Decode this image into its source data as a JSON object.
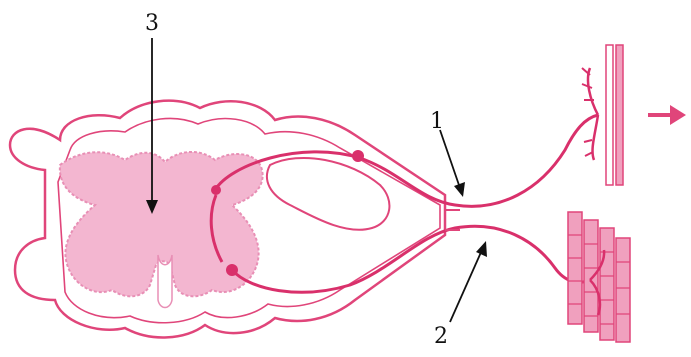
{
  "labels": {
    "label_1": "1",
    "label_2": "2",
    "label_3": "3"
  },
  "colors": {
    "outline": "#e0457a",
    "grey_matter": "#f3b6d0",
    "grey_matter_edge": "#e88fb5",
    "nerve": "#d9306b",
    "muscle": "#f0a0be",
    "arrow": "#111111"
  }
}
